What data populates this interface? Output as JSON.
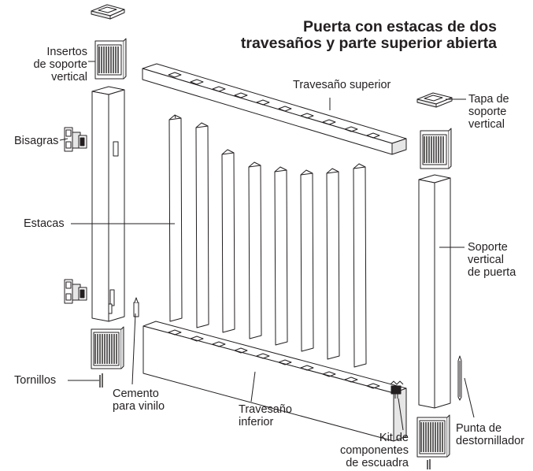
{
  "title": {
    "line1": "Puerta con estacas de dos",
    "line2": "travesaños y parte superior abierta"
  },
  "labels": {
    "insertos": [
      "Insertos",
      "de soporte",
      "vertical"
    ],
    "bisagras": "Bisagras",
    "estacas": "Estacas",
    "tornillos": "Tornillos",
    "cemento": [
      "Cemento",
      "para vinilo"
    ],
    "travesano_superior": "Travesaño superior",
    "tapa": [
      "Tapa de",
      "soporte",
      "vertical"
    ],
    "soporte_puerta": [
      "Soporte",
      "vertical",
      "de puerta"
    ],
    "travesano_inferior": [
      "Travesaño",
      "inferior"
    ],
    "kit": [
      "Kit de",
      "componentes",
      "de escuadra"
    ],
    "punta": [
      "Punta de",
      "destornillador"
    ]
  },
  "colors": {
    "line": "#231f20",
    "fill": "#ffffff",
    "shade": "#e6e6e6"
  }
}
